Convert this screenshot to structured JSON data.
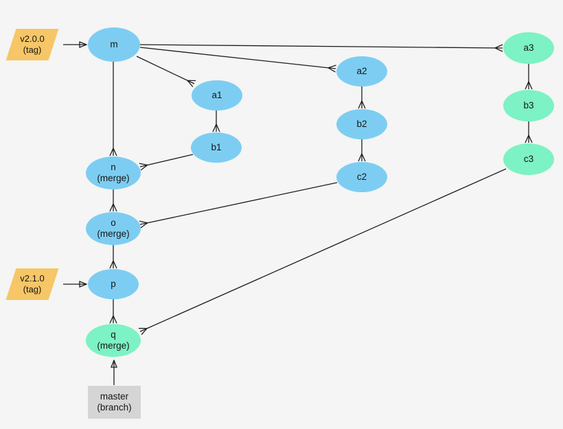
{
  "background": "#f4f5f4",
  "colors": {
    "background": "#f4f5f4",
    "commit_blue": "#7dcdf2",
    "commit_green": "#7df2c4",
    "tag_orange": "#f6c667",
    "branch_gray": "#d5d5d5",
    "edge": "#1c1c1c",
    "text": "#161616"
  },
  "nodes": {
    "tag_v200": {
      "label": "v2.0.0",
      "sub": "(tag)"
    },
    "tag_v210": {
      "label": "v2.1.0",
      "sub": "(tag)"
    },
    "m": {
      "label": "m"
    },
    "a1": {
      "label": "a1"
    },
    "b1": {
      "label": "b1"
    },
    "a2": {
      "label": "a2"
    },
    "b2": {
      "label": "b2"
    },
    "c2": {
      "label": "c2"
    },
    "a3": {
      "label": "a3"
    },
    "b3": {
      "label": "b3"
    },
    "c3": {
      "label": "c3"
    },
    "n": {
      "label": "n",
      "sub": "(merge)"
    },
    "o": {
      "label": "o",
      "sub": "(merge)"
    },
    "p": {
      "label": "p"
    },
    "q": {
      "label": "q",
      "sub": "(merge)"
    },
    "master": {
      "label": "master",
      "sub": "(branch)"
    }
  },
  "edges": [
    {
      "from": "v2.0.0 (tag)",
      "to": "m",
      "arrowhead": "solid"
    },
    {
      "from": "v2.1.0 (tag)",
      "to": "p",
      "arrowhead": "solid"
    },
    {
      "from": "master (branch)",
      "to": "q (merge)",
      "arrowhead": "solid"
    },
    {
      "from": "m",
      "to": "n (merge)",
      "arrowhead": "crow"
    },
    {
      "from": "m",
      "to": "a1",
      "arrowhead": "crow"
    },
    {
      "from": "m",
      "to": "a2",
      "arrowhead": "crow"
    },
    {
      "from": "m",
      "to": "a3",
      "arrowhead": "crow"
    },
    {
      "from": "a1",
      "to": "b1",
      "arrowhead": "crow"
    },
    {
      "from": "b1",
      "to": "n (merge)",
      "arrowhead": "crow"
    },
    {
      "from": "a2",
      "to": "b2",
      "arrowhead": "crow"
    },
    {
      "from": "b2",
      "to": "c2",
      "arrowhead": "crow"
    },
    {
      "from": "c2",
      "to": "o (merge)",
      "arrowhead": "crow"
    },
    {
      "from": "a3",
      "to": "b3",
      "arrowhead": "crow"
    },
    {
      "from": "b3",
      "to": "c3",
      "arrowhead": "crow"
    },
    {
      "from": "c3",
      "to": "q (merge)",
      "arrowhead": "crow"
    },
    {
      "from": "n (merge)",
      "to": "o (merge)",
      "arrowhead": "crow"
    },
    {
      "from": "o (merge)",
      "to": "p",
      "arrowhead": "crow"
    },
    {
      "from": "p",
      "to": "q (merge)",
      "arrowhead": "crow"
    }
  ]
}
